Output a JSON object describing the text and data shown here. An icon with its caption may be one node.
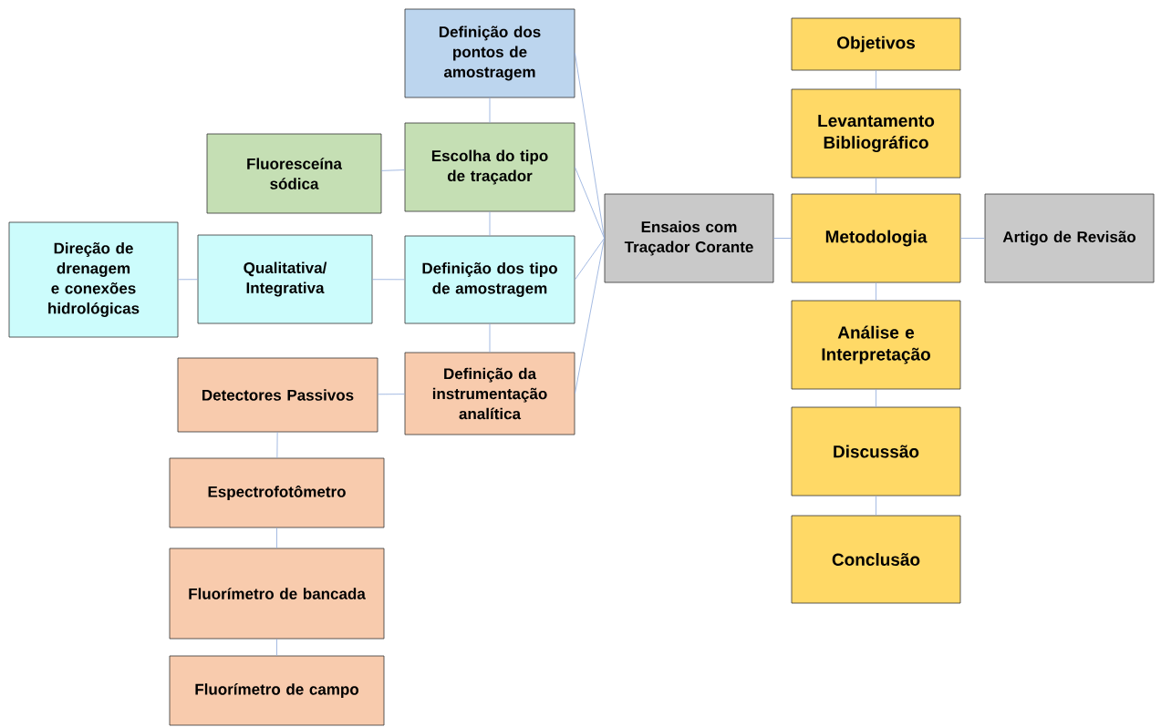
{
  "diagram": {
    "nodes": [
      {
        "text": [
          "Definição dos pontos de amostragem"
        ]
      },
      {
        "text": [
          "Objetivos"
        ]
      },
      {
        "text": [
          "Levantamento Bibliográfico"
        ]
      },
      {
        "text": [
          "Fluoresceína sódica"
        ]
      },
      {
        "text": [
          "Escolha do tipo de traçador"
        ]
      },
      {
        "text": [
          "Ensaios com Traçador Corante"
        ]
      },
      {
        "text": [
          "Metodologia"
        ]
      },
      {
        "text": [
          "Artigo de Revisão"
        ]
      },
      {
        "text": [
          "Direção de drenagem e conexões hidrológicas"
        ]
      },
      {
        "text": [
          "Qualitativa/ Integrativa"
        ]
      },
      {
        "text": [
          "Definição dos tipo de amostragem"
        ]
      },
      {
        "text": [
          "Análise e Interpretação"
        ]
      },
      {
        "text": [
          "Definição da instrumentação analítica"
        ]
      },
      {
        "text": [
          "Detectores Passivos"
        ]
      },
      {
        "text": [
          "Discussão"
        ]
      },
      {
        "text": [
          "Espectrofotômetro"
        ]
      },
      {
        "text": [
          "Conclusão"
        ]
      },
      {
        "text": [
          "Fluorímetro de bancada"
        ]
      },
      {
        "text": [
          "Fluorímetro de campo"
        ]
      }
    ],
    "edges": [
      {
        "from": 0,
        "to": 4,
        "arrow": "none"
      },
      {
        "from": 4,
        "to": 10,
        "arrow": "none"
      },
      {
        "from": 10,
        "to": 12,
        "arrow": "none"
      },
      {
        "from": 0,
        "to": 5,
        "arrow": "none"
      },
      {
        "from": 4,
        "to": 5,
        "arrow": "none"
      },
      {
        "from": 10,
        "to": 5,
        "arrow": "none"
      },
      {
        "from": 12,
        "to": 5,
        "arrow": "none"
      },
      {
        "from": 3,
        "to": 4,
        "arrow": "none"
      },
      {
        "from": 8,
        "to": 9,
        "arrow": "none"
      },
      {
        "from": 9,
        "to": 10,
        "arrow": "none"
      },
      {
        "from": 13,
        "to": 12,
        "arrow": "none"
      },
      {
        "from": 13,
        "to": 15,
        "arrow": "none"
      },
      {
        "from": 15,
        "to": 17,
        "arrow": "none"
      },
      {
        "from": 17,
        "to": 18,
        "arrow": "none"
      },
      {
        "from": 5,
        "to": 6,
        "arrow": "none"
      },
      {
        "from": 6,
        "to": 7,
        "arrow": "none"
      },
      {
        "from": 1,
        "to": 2,
        "arrow": "none"
      },
      {
        "from": 2,
        "to": 6,
        "arrow": "none"
      },
      {
        "from": 6,
        "to": 11,
        "arrow": "none"
      },
      {
        "from": 11,
        "to": 14,
        "arrow": "none"
      },
      {
        "from": 14,
        "to": 16,
        "arrow": "none"
      }
    ]
  }
}
